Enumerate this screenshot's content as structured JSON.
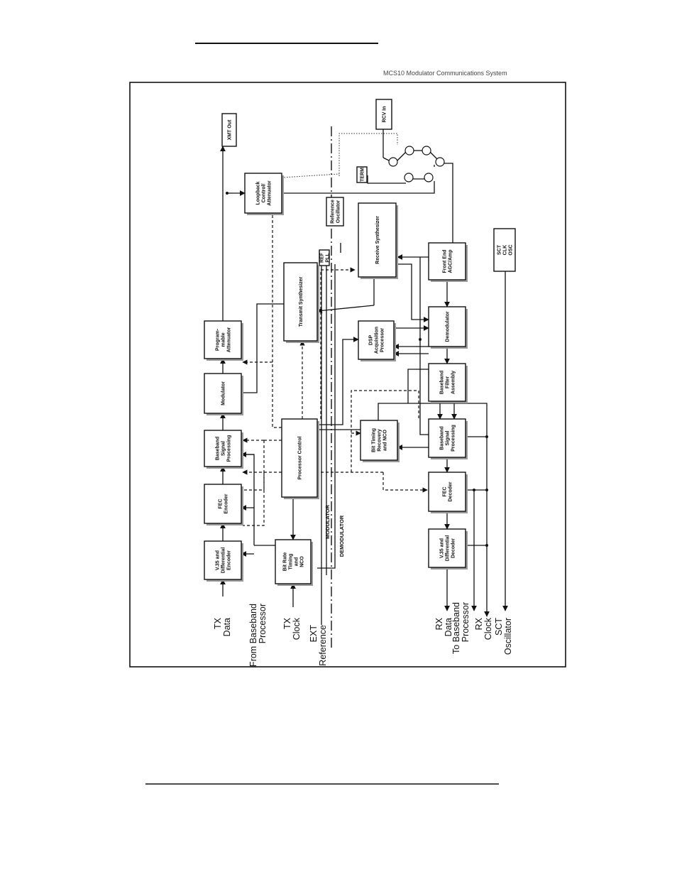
{
  "header": {
    "running_title": "MCS10 Modulator Communications System"
  },
  "blocks": {
    "xmt_out": [
      "XMT Out"
    ],
    "rcv_in": [
      "RCV In"
    ],
    "term": [
      "TERM"
    ],
    "loopback": [
      "Loopback",
      "Control/",
      "Attenuator"
    ],
    "reference_osc": [
      "Reference",
      "Oscillator"
    ],
    "ref_pll": [
      "REF",
      "PLL"
    ],
    "receive_synth": [
      "Receive Synthesizer"
    ],
    "transmit_synth": [
      "Transmit Synthesizer"
    ],
    "prog_atten": [
      "Program-",
      "mable",
      "Attenuator"
    ],
    "modulator": [
      "Modulator"
    ],
    "baseband_sp_tx": [
      "Baseband",
      "Signal",
      "Processing"
    ],
    "fec_encoder": [
      "FEC",
      "Encoder"
    ],
    "v35_encoder": [
      "V.35 and",
      "Differential",
      "Encoder"
    ],
    "processor_control": [
      "Processor Control"
    ],
    "bit_rate_timing": [
      "Bit Rate",
      "Timing",
      "and",
      "NCO"
    ],
    "dsp_acq": [
      "DSP",
      "Acquisition",
      "Processor"
    ],
    "front_end": [
      "Front End",
      "AGC/Amp"
    ],
    "demodulator": [
      "Demodulator"
    ],
    "baseband_filter": [
      "Baseband",
      "Filter",
      "Assembly"
    ],
    "bit_timing_recovery": [
      "Bit Timing",
      "Recovery",
      "and NCO"
    ],
    "baseband_sp_rx": [
      "Baseband",
      "Signal",
      "Processing"
    ],
    "fec_decoder": [
      "FEC",
      "Decoder"
    ],
    "v35_decoder": [
      "V.35 and",
      "Differential",
      "Decoder"
    ],
    "sct_clk_osc": [
      "SCT",
      "CLK",
      "OSC"
    ]
  },
  "labels": {
    "tx_data": [
      "TX",
      "Data"
    ],
    "from_baseband": [
      "From Baseband",
      "Processor"
    ],
    "tx_clock": [
      "TX",
      "Clock"
    ],
    "ext_reference": [
      "EXT",
      "Reference"
    ],
    "rx_data": [
      "RX",
      "Data"
    ],
    "to_baseband": [
      "To Baseband",
      "Processor"
    ],
    "rx_clock": [
      "RX",
      "Clock"
    ],
    "sct_oscillator": [
      "SCT",
      "Oscillator"
    ],
    "modulator_side": "MODULATOR",
    "demodulator_side": "DEMODULATOR"
  }
}
